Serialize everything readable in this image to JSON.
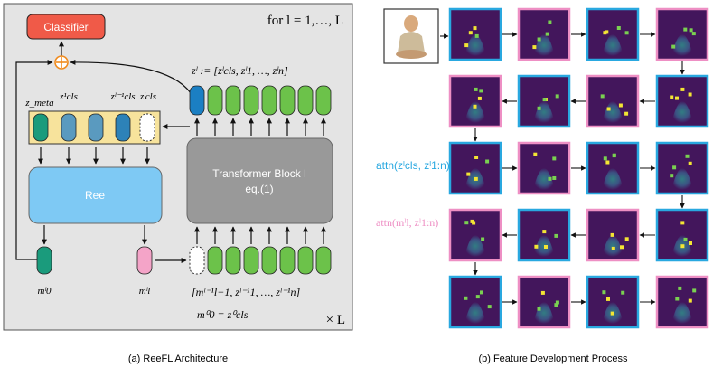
{
  "panel_a": {
    "caption": "(a) ReeFL Architecture",
    "loop_label": "for l = 1,…, L",
    "repeat_label": "× L",
    "classifier_label": "Classifier",
    "ree_label": "Ree",
    "transformer_label": "Transformer Block l",
    "transformer_eq": "eq.(1)",
    "z_def": "zˡ := [zˡcls, zˡ1, …, zˡn]",
    "input_seq": "[mˡ⁻¹l−1, zˡ⁻¹1, …, zˡ⁻¹n]",
    "init_eq": "m⁰0 = z⁰cls",
    "token_labels": [
      "z_meta",
      "z¹cls",
      "zˡ⁻¹cls",
      "zˡcls"
    ],
    "m0_label": "mˡ0",
    "ml_label": "mˡl",
    "colors": {
      "panel_bg": "#e4e4e4",
      "classifier": "#f05a48",
      "ree": "#7ec9f4",
      "transformer": "#999999",
      "green": "#6cc24a",
      "teal": "#1a9b7c",
      "blue": "#1b7fc3",
      "steel": "#5a9abf",
      "pink": "#f4a4c8",
      "yellow_box": "#f7e39c",
      "plus": "#f08a1c"
    }
  },
  "panel_b": {
    "caption": "(b) Feature Development Process",
    "attn_cls_label": "attn(zˡcls, zˡ1:n)",
    "attn_m_label": "attn(mˡl, zˡ1:n)",
    "colors": {
      "cls_border": "#29a8e0",
      "m_border": "#ee8fc4",
      "map_bg": "#43165c"
    }
  }
}
